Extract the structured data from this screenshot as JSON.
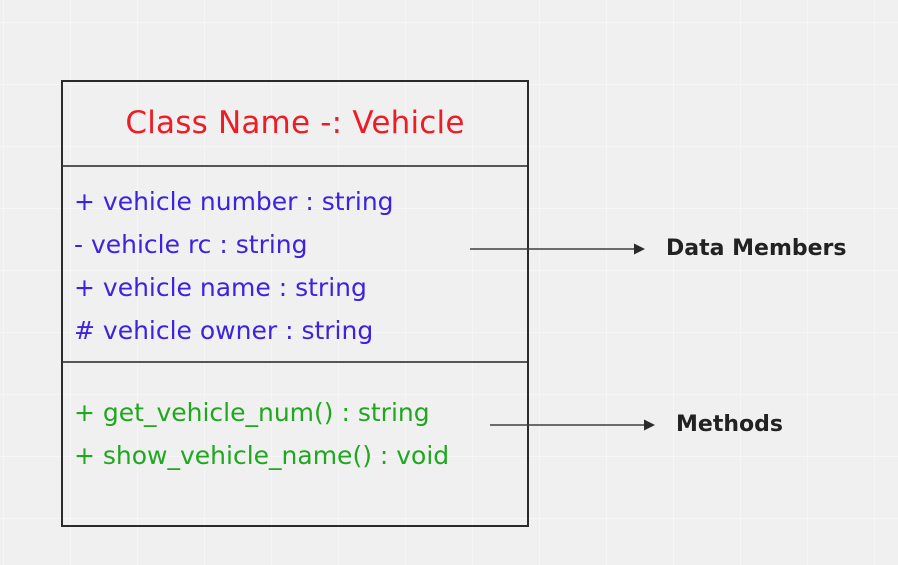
{
  "diagram": {
    "kind": "uml-class-diagram",
    "background_color": "#f0f0f0",
    "grid_line_color": "#f6f6f6",
    "box_border_color": "#2b2b2b",
    "divider_color": "#55555a"
  },
  "class_box": {
    "title": "Class Name -: Vehicle",
    "title_color": "#ee1c25",
    "attributes_color": "#3d22e0",
    "methods_color": "#1fa81f",
    "attributes": [
      {
        "text": "+ vehicle number : string"
      },
      {
        "text": "- vehicle rc : string"
      },
      {
        "text": "+ vehicle name : string"
      },
      {
        "text": "# vehicle owner : string"
      }
    ],
    "methods": [
      {
        "text": "+ get_vehicle_num() : string"
      },
      {
        "text": "+ show_vehicle_name() : void"
      }
    ]
  },
  "annotations": [
    {
      "label": "Data Members",
      "icon": "arrow-right-icon",
      "color": "#222222"
    },
    {
      "label": "Methods",
      "icon": "arrow-right-icon",
      "color": "#222222"
    }
  ]
}
